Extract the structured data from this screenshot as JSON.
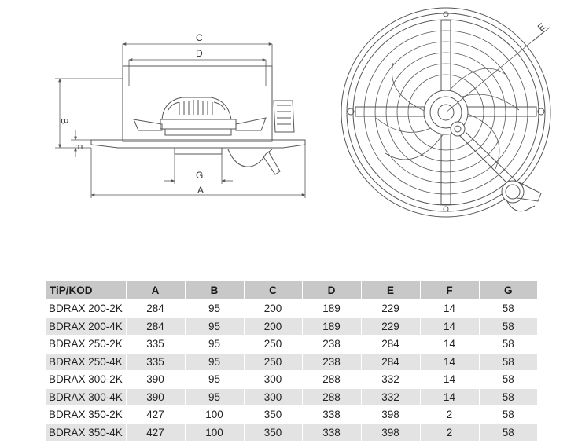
{
  "drawing": {
    "dimension_labels": {
      "A": "A",
      "B": "B",
      "C": "C",
      "D": "D",
      "E": "E",
      "F": "F",
      "G": "G"
    }
  },
  "table": {
    "headers": [
      "TiP/KOD",
      "A",
      "B",
      "C",
      "D",
      "E",
      "F",
      "G"
    ],
    "rows": [
      [
        "BDRAX 200-2K",
        "284",
        "95",
        "200",
        "189",
        "229",
        "14",
        "58"
      ],
      [
        "BDRAX 200-4K",
        "284",
        "95",
        "200",
        "189",
        "229",
        "14",
        "58"
      ],
      [
        "BDRAX 250-2K",
        "335",
        "95",
        "250",
        "238",
        "284",
        "14",
        "58"
      ],
      [
        "BDRAX 250-4K",
        "335",
        "95",
        "250",
        "238",
        "284",
        "14",
        "58"
      ],
      [
        "BDRAX 300-2K",
        "390",
        "95",
        "300",
        "288",
        "332",
        "14",
        "58"
      ],
      [
        "BDRAX 300-4K",
        "390",
        "95",
        "300",
        "288",
        "332",
        "14",
        "58"
      ],
      [
        "BDRAX 350-2K",
        "427",
        "100",
        "350",
        "338",
        "398",
        "2",
        "58"
      ],
      [
        "BDRAX 350-4K",
        "427",
        "100",
        "350",
        "338",
        "398",
        "2",
        "58"
      ]
    ]
  }
}
